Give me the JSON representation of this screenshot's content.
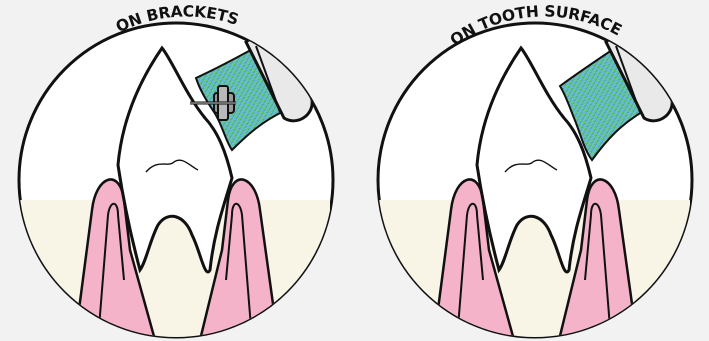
{
  "panels": [
    {
      "id": "brackets",
      "label": "ON BRACKETS",
      "has_bracket": true
    },
    {
      "id": "tooth-surface",
      "label": "ON TOOTH SURFACE",
      "has_bracket": false
    }
  ],
  "colors": {
    "background": "#f2f2f2",
    "circle_fill": "#ffffff",
    "outline": "#111111",
    "tooth": "#ffffff",
    "gum": "#f4b3c8",
    "bone": "#f8f5e6",
    "bristle_blue": "#69c9dc",
    "bristle_green": "#7ed957",
    "bristle_navy": "#2a63a8",
    "brush_head": "#e9e9e9",
    "bracket": "#9a9a9a"
  }
}
